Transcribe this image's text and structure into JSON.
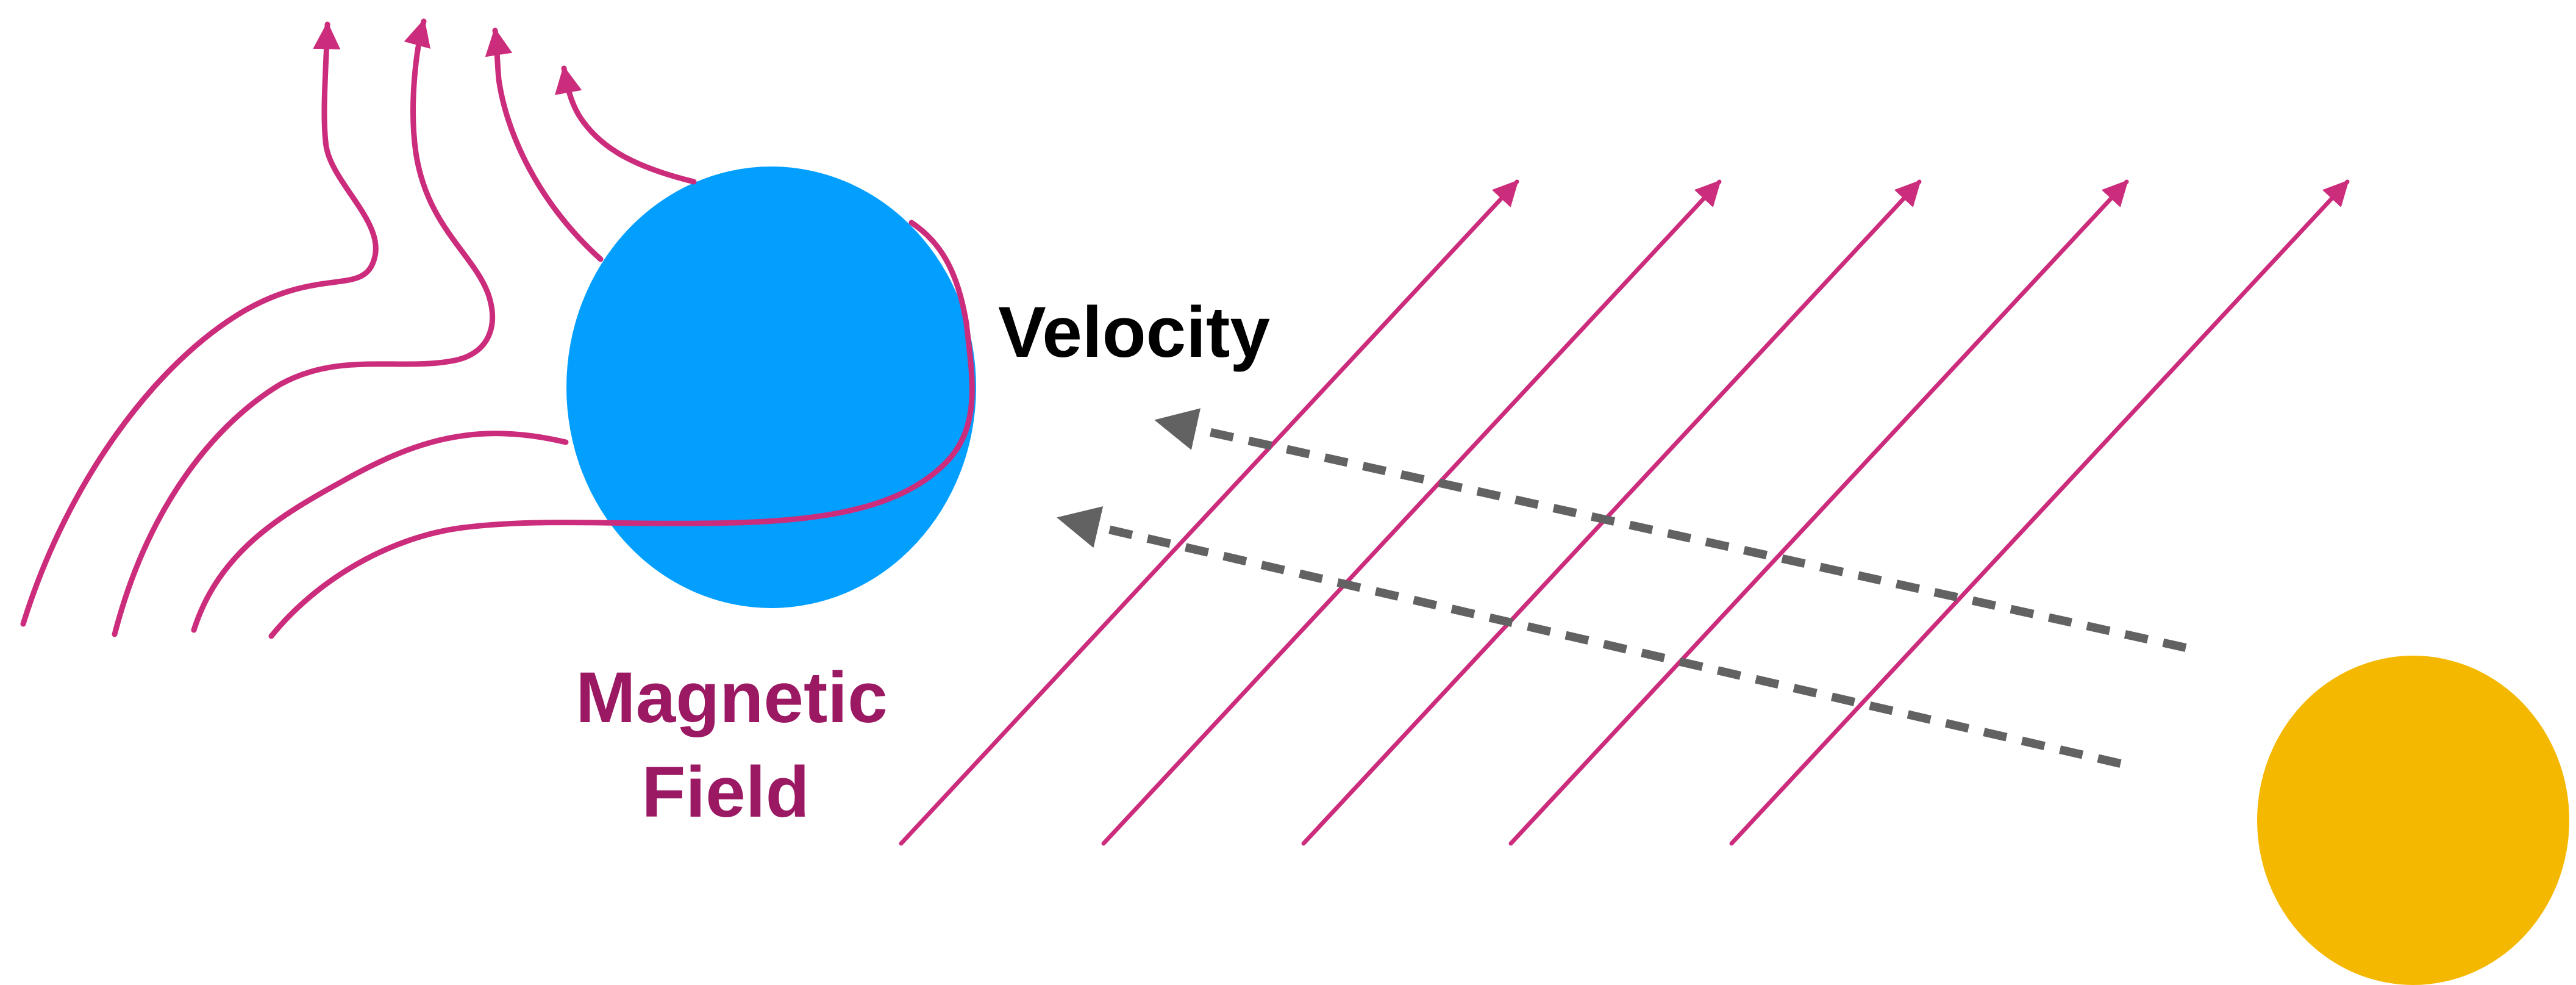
{
  "labels": {
    "velocity": "Velocity",
    "magnetic": "Magnetic",
    "field": "Field"
  },
  "colors": {
    "background": "#ffffff",
    "planet": "#039fff",
    "sun": "#f5b800",
    "field_lines": "#cc2c7c",
    "field_label": "#9b1863",
    "velocity_label": "#000000",
    "velocity_arrows": "#626262"
  },
  "objects": [
    {
      "name": "planet",
      "shape": "circle",
      "color_key": "planet"
    },
    {
      "name": "sun",
      "shape": "circle",
      "color_key": "sun"
    }
  ]
}
